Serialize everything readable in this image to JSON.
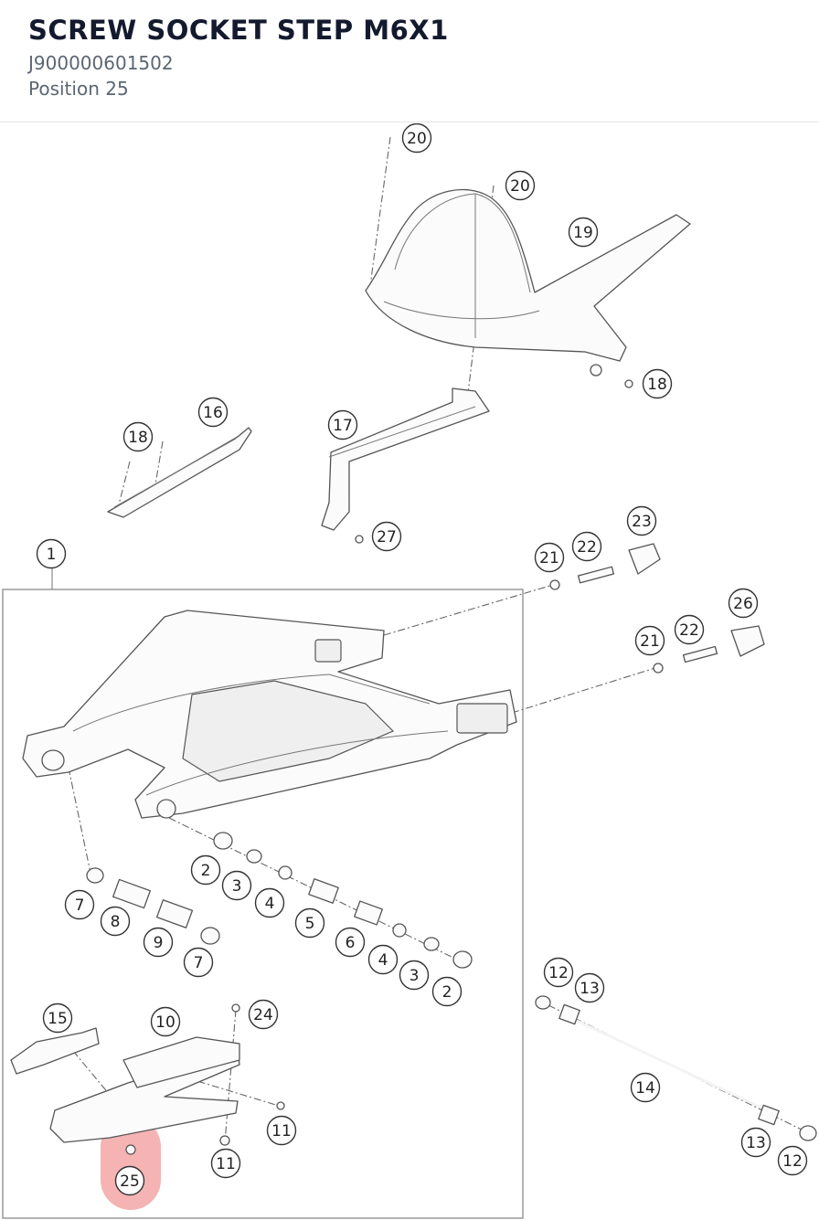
{
  "header": {
    "title": "SCREW SOCKET STEP M6X1",
    "part_number": "J900000601502",
    "position": "Position 25"
  },
  "diagram": {
    "highlight_color": "#f08a8a",
    "selected_callout": "25",
    "callouts": [
      {
        "id": "c20a",
        "label": "20"
      },
      {
        "id": "c20b",
        "label": "20"
      },
      {
        "id": "c19",
        "label": "19"
      },
      {
        "id": "c18a",
        "label": "18"
      },
      {
        "id": "c16",
        "label": "16"
      },
      {
        "id": "c18b",
        "label": "18"
      },
      {
        "id": "c17",
        "label": "17"
      },
      {
        "id": "c27",
        "label": "27"
      },
      {
        "id": "c23",
        "label": "23"
      },
      {
        "id": "c21a",
        "label": "21"
      },
      {
        "id": "c22a",
        "label": "22"
      },
      {
        "id": "c1",
        "label": "1"
      },
      {
        "id": "c26",
        "label": "26"
      },
      {
        "id": "c21b",
        "label": "21"
      },
      {
        "id": "c22b",
        "label": "22"
      },
      {
        "id": "c2a",
        "label": "2"
      },
      {
        "id": "c3a",
        "label": "3"
      },
      {
        "id": "c4a",
        "label": "4"
      },
      {
        "id": "c7a",
        "label": "7"
      },
      {
        "id": "c8",
        "label": "8"
      },
      {
        "id": "c5",
        "label": "5"
      },
      {
        "id": "c9",
        "label": "9"
      },
      {
        "id": "c6",
        "label": "6"
      },
      {
        "id": "c7b",
        "label": "7"
      },
      {
        "id": "c4b",
        "label": "4"
      },
      {
        "id": "c3b",
        "label": "3"
      },
      {
        "id": "c2b",
        "label": "2"
      },
      {
        "id": "c12a",
        "label": "12"
      },
      {
        "id": "c13a",
        "label": "13"
      },
      {
        "id": "c15",
        "label": "15"
      },
      {
        "id": "c10",
        "label": "10"
      },
      {
        "id": "c24",
        "label": "24"
      },
      {
        "id": "c14",
        "label": "14"
      },
      {
        "id": "c11a",
        "label": "11"
      },
      {
        "id": "c11b",
        "label": "11"
      },
      {
        "id": "c25",
        "label": "25"
      },
      {
        "id": "c13b",
        "label": "13"
      },
      {
        "id": "c12b",
        "label": "12"
      }
    ]
  }
}
